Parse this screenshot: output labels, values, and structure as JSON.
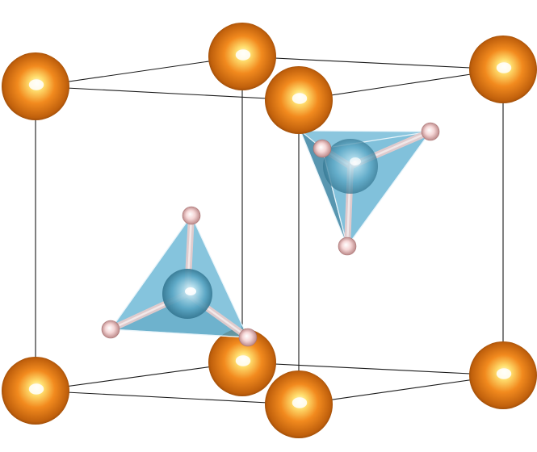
{
  "colors": {
    "background": "#ffffff",
    "cell_edge": "#1a1a1a",
    "corner_atom_light": "#fff8c8",
    "corner_atom_mid": "#f28a1e",
    "corner_atom_dark": "#9a4a08",
    "center_atom_light": "#e6f6fb",
    "center_atom_mid": "#5aa6c4",
    "center_atom_dark": "#2c6f89",
    "ligand_atom_light": "#ffffff",
    "ligand_atom_mid": "#f0c6c6",
    "ligand_atom_dark": "#b07a7a",
    "polyhedron_fill": "#5aaed0",
    "polyhedron_edge": "#e8f4fa"
  },
  "structure": {
    "corner_atoms": 8,
    "tetrahedral_units": 2,
    "ligands_per_unit": 4
  }
}
